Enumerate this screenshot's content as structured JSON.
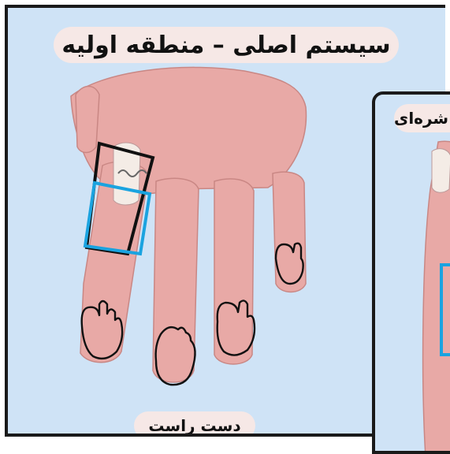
{
  "main_panel": {
    "title": "سیستم اصلی – منطقه اولیه",
    "caption": "دست راست"
  },
  "second_panel": {
    "title_fragment": "شره‌ای"
  },
  "colors": {
    "panel_bg": "#cfe3f6",
    "skin": "#e8a9a6",
    "primary_zone_outline": "#111111",
    "secondary_zone_outline": "#1aa3e0"
  }
}
